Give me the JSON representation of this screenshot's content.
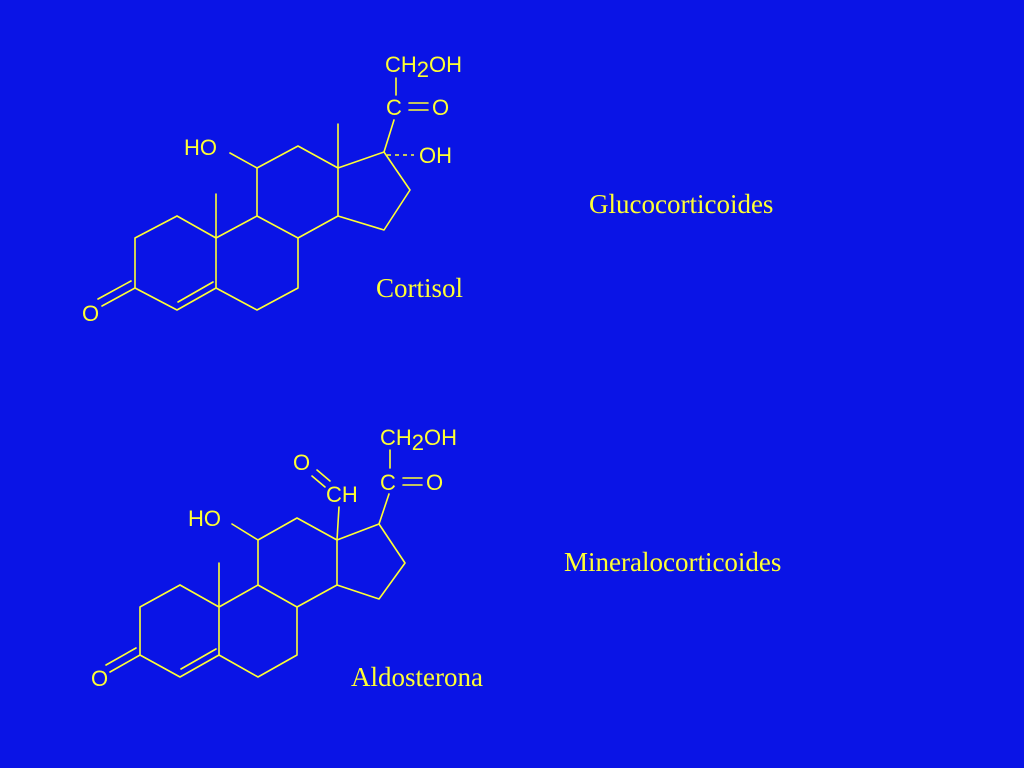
{
  "colors": {
    "background": "#0a14e6",
    "foreground": "#ffff33"
  },
  "cortisol": {
    "name": "Cortisol",
    "atoms": {
      "ch2oh_ch": "CH",
      "ch2oh_sub": "2",
      "ch2oh_oh": "OH",
      "carbonyl_c": "C",
      "carbonyl_o": "O",
      "ho": "HO",
      "oh17": "OH",
      "ketone_o": "O"
    }
  },
  "aldosterona": {
    "name": "Aldosterona",
    "atoms": {
      "ch2oh_ch": "CH",
      "ch2oh_sub": "2",
      "ch2oh_oh": "OH",
      "carbonyl_c": "C",
      "carbonyl_o": "O",
      "aldehyde_o": "O",
      "aldehyde_ch": "CH",
      "ho": "HO",
      "ketone_o": "O"
    }
  },
  "classes": {
    "glucocorticoides": "Glucocorticoides",
    "mineralocorticoides": "Mineralocorticoides"
  }
}
